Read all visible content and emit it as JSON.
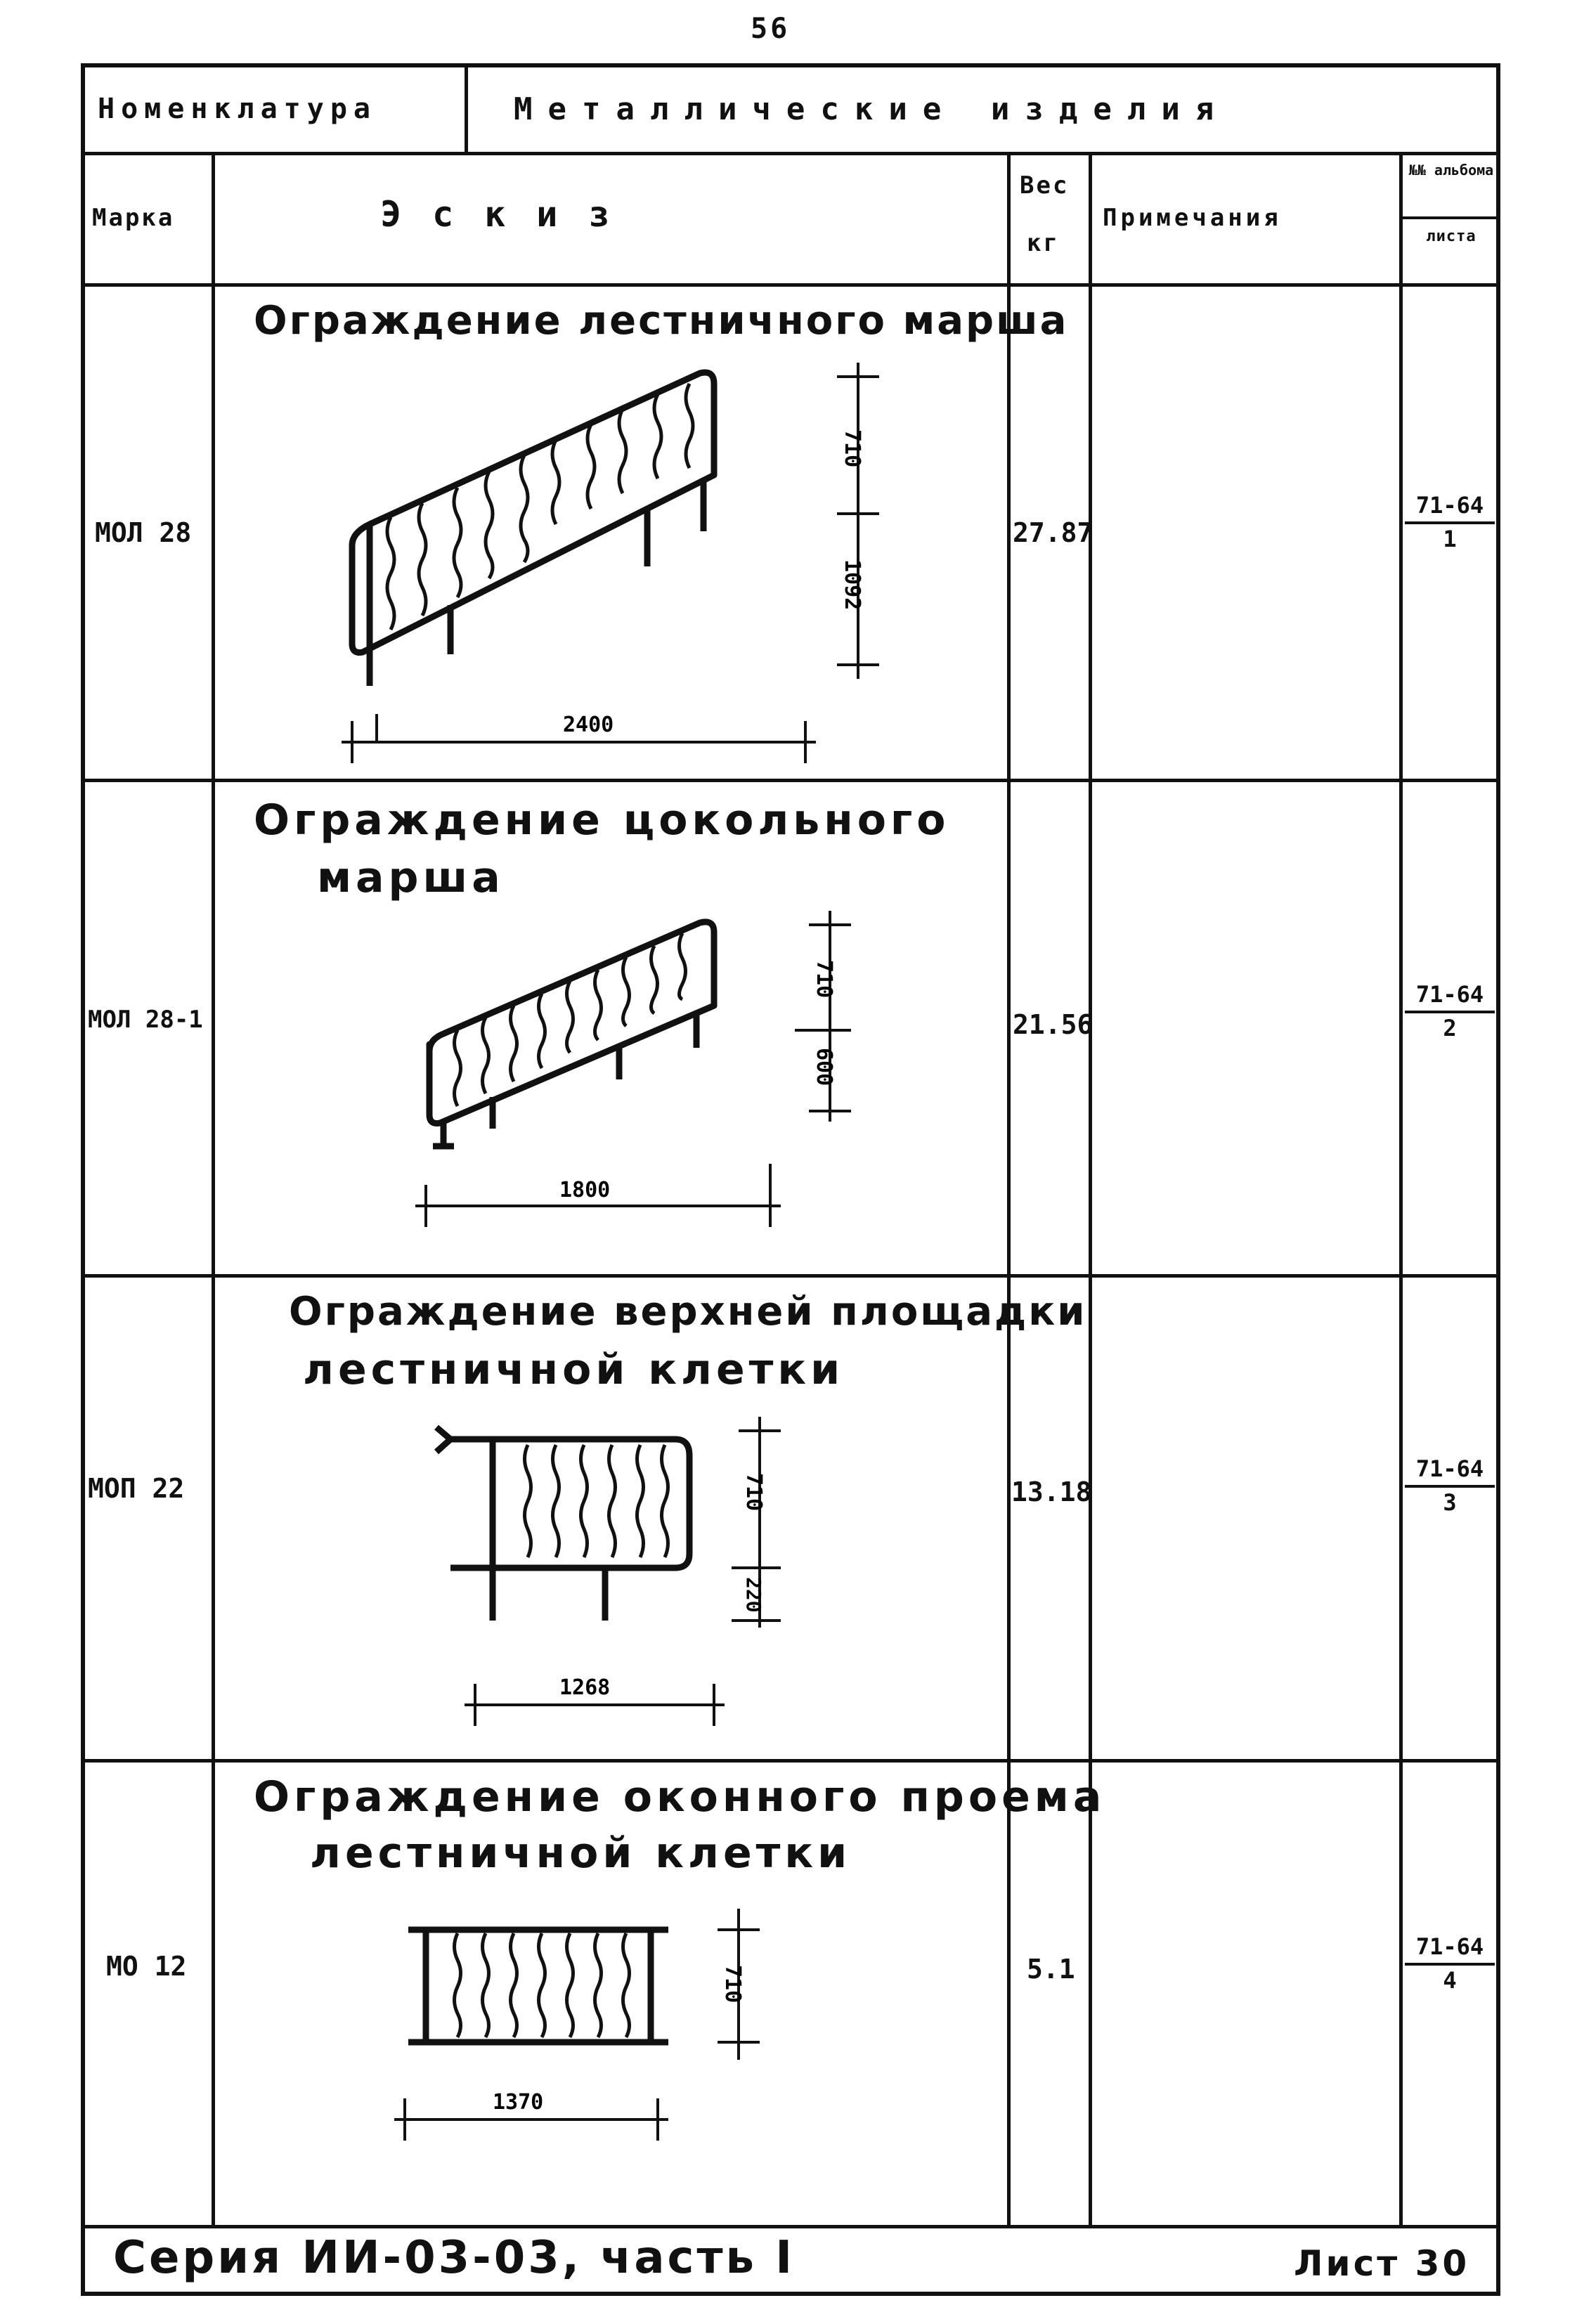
{
  "page_number": "56",
  "header": {
    "nomenclature_label": "Номенклатура",
    "nomenclature_value": "Металлические изделия"
  },
  "columns": {
    "mark": "Марка",
    "sketch": "Эскиз",
    "weight_line1": "Вес",
    "weight_line2": "кг",
    "notes": "Примечания",
    "ref_top": "№№ альбома",
    "ref_bottom": "листа"
  },
  "rows": [
    {
      "mark": "МОЛ 28",
      "title_line1": "Ограждение лестничного марша",
      "title_line2": "",
      "weight": "27.87",
      "album": "71-64",
      "sheet": "1",
      "dims": {
        "width": "2400",
        "top": "710",
        "bottom": "1092"
      }
    },
    {
      "mark": "МОЛ 28-1",
      "title_line1": "Ограждение цокольного",
      "title_line2": "марша",
      "weight": "21.56",
      "album": "71-64",
      "sheet": "2",
      "dims": {
        "width": "1800",
        "top": "710",
        "bottom": "600"
      }
    },
    {
      "mark": "МОП 22",
      "title_line1": "Ограждение верхней площадки",
      "title_line2": "лестничной клетки",
      "weight": "13.18",
      "album": "71-64",
      "sheet": "3",
      "dims": {
        "width": "1268",
        "top": "710",
        "bottom": "220"
      }
    },
    {
      "mark": "МО 12",
      "title_line1": "Ограждение оконного проема",
      "title_line2": "лестничной клетки",
      "weight": "5.1",
      "album": "71-64",
      "sheet": "4",
      "dims": {
        "width": "1370",
        "top": "710"
      }
    }
  ],
  "footer": {
    "series": "Серия ИИ-03-03, часть I",
    "sheet": "Лист 30"
  }
}
